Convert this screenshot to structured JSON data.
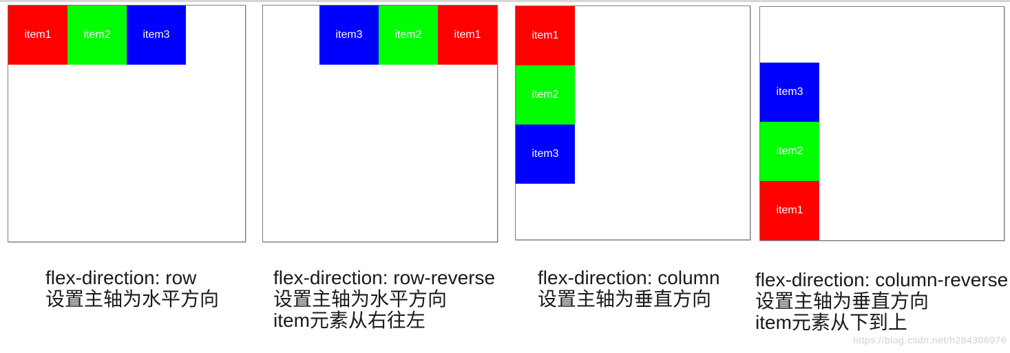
{
  "page": {
    "background": "#ffffff",
    "top_divider_color": "#d6d6d6",
    "panel_border_color": "#7b7b7b",
    "caption_text_color": "#1a1a1a",
    "item_text_color": "#ffffff"
  },
  "watermark": {
    "text": "https://blog.csdn.net/h284306976",
    "color": "#d0d0d0"
  },
  "panels": [
    {
      "direction": "row",
      "caption_lines": [
        "flex-direction: row",
        "设置主轴为水平方向"
      ],
      "items": [
        {
          "label": "item1",
          "color": "#ff0000"
        },
        {
          "label": "item2",
          "color": "#00ff00"
        },
        {
          "label": "item3",
          "color": "#0000ff"
        }
      ]
    },
    {
      "direction": "row-reverse",
      "caption_lines": [
        "flex-direction: row-reverse",
        "设置主轴为水平方向",
        "item元素从右往左"
      ],
      "items": [
        {
          "label": "item1",
          "color": "#ff0000"
        },
        {
          "label": "item2",
          "color": "#00ff00"
        },
        {
          "label": "item3",
          "color": "#0000ff"
        }
      ]
    },
    {
      "direction": "column",
      "caption_lines": [
        "flex-direction: column",
        "设置主轴为垂直方向"
      ],
      "items": [
        {
          "label": "item1",
          "color": "#ff0000"
        },
        {
          "label": "item2",
          "color": "#00ff00"
        },
        {
          "label": "item3",
          "color": "#0000ff"
        }
      ]
    },
    {
      "direction": "column-reverse",
      "caption_lines": [
        "flex-direction: column-reverse",
        "设置主轴为垂直方向",
        "item元素从下到上"
      ],
      "items": [
        {
          "label": "item1",
          "color": "#ff0000"
        },
        {
          "label": "item2",
          "color": "#00ff00"
        },
        {
          "label": "item3",
          "color": "#0000ff"
        }
      ]
    }
  ]
}
